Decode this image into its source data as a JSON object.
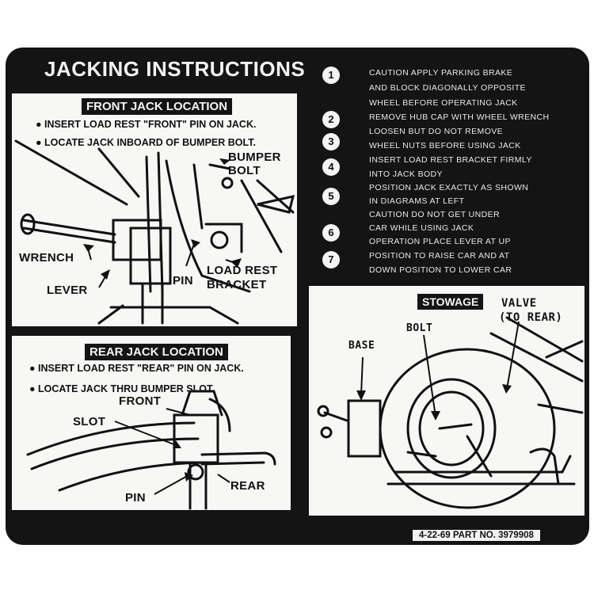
{
  "title": "JACKING INSTRUCTIONS",
  "front": {
    "heading": "FRONT JACK LOCATION",
    "bullets": [
      "INSERT LOAD REST \"FRONT\" PIN ON JACK.",
      "LOCATE JACK INBOARD OF BUMPER BOLT."
    ],
    "labels": {
      "bumper": "BUMPER",
      "bolt": "BOLT",
      "wrench": "WRENCH",
      "lever": "LEVER",
      "pin": "PIN",
      "load_rest": "LOAD REST",
      "bracket": "BRACKET"
    }
  },
  "rear": {
    "heading": "REAR JACK LOCATION",
    "bullets": [
      "INSERT LOAD REST \"REAR\" PIN ON JACK.",
      "LOCATE JACK THRU BUMPER SLOT."
    ],
    "labels": {
      "front": "FRONT",
      "slot": "SLOT",
      "rear": "REAR",
      "pin": "PIN"
    }
  },
  "steps": {
    "numbers": [
      "1",
      "2",
      "3",
      "4",
      "5",
      "6",
      "7"
    ],
    "lines": [
      "CAUTION  APPLY PARKING BRAKE",
      "AND BLOCK DIAGONALLY OPPOSITE",
      "WHEEL BEFORE OPERATING JACK",
      "REMOVE HUB CAP WITH WHEEL WRENCH",
      "LOOSEN  BUT DO NOT REMOVE",
      "WHEEL NUTS BEFORE USING JACK",
      "INSERT LOAD REST BRACKET FIRMLY",
      "INTO JACK BODY",
      "POSITION JACK EXACTLY AS SHOWN",
      "IN DIAGRAMS AT LEFT",
      "CAUTION  DO NOT GET UNDER",
      "CAR WHILE USING JACK",
      "OPERATION  PLACE LEVER AT   UP",
      "POSITION TO RAISE CAR  AND AT",
      "DOWN   POSITION TO LOWER CAR"
    ]
  },
  "stowage": {
    "heading": "STOWAGE",
    "valve_line1": "VALVE",
    "valve_line2": "(TO REAR)",
    "bolt": "BOLT",
    "base": "BASE"
  },
  "part_number": "4-22-69 PART NO. 3979908"
}
